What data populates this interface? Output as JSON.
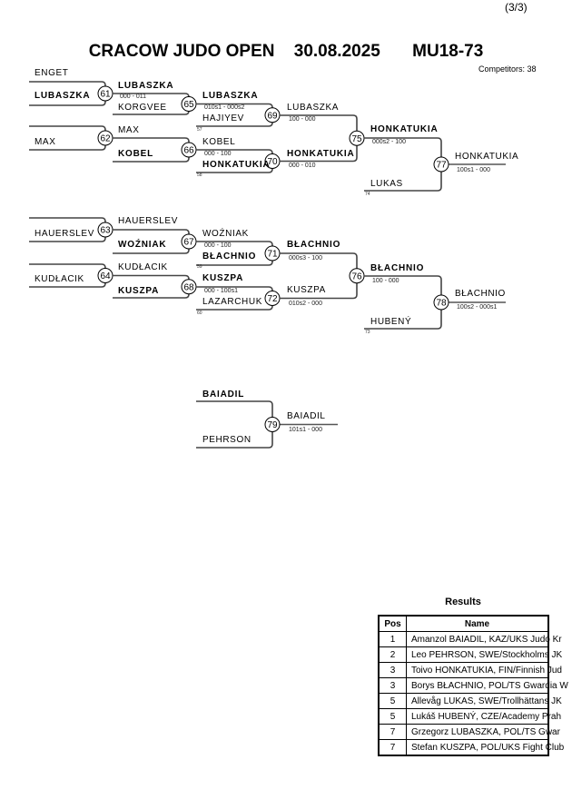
{
  "page_number": "(3/3)",
  "header": {
    "event": "CRACOW JUDO OPEN",
    "date": "30.08.2025",
    "category": "MU18-73",
    "competitors": "Competitors: 38"
  },
  "bracket": {
    "match_numbers": [
      "61",
      "62",
      "63",
      "64",
      "65",
      "66",
      "67",
      "68",
      "69",
      "70",
      "71",
      "72",
      "75",
      "76",
      "77",
      "78",
      "79"
    ],
    "labels": [
      {
        "text": "ENGET",
        "kind": "n"
      },
      {
        "text": "LUBASZKA",
        "kind": "b"
      },
      {
        "text": "MAX",
        "kind": "n"
      },
      {
        "text": "HAUERSLEV",
        "kind": "n"
      },
      {
        "text": "KUDŁACIK",
        "kind": "n"
      },
      {
        "text": "LUBASZKA",
        "kind": "b"
      },
      {
        "text": "000 - 011",
        "kind": "s"
      },
      {
        "text": "KORGVEE",
        "kind": "n"
      },
      {
        "text": "MAX",
        "kind": "n"
      },
      {
        "text": "KOBEL",
        "kind": "b"
      },
      {
        "text": "HAUERSLEV",
        "kind": "n"
      },
      {
        "text": "WOŹNIAK",
        "kind": "b"
      },
      {
        "text": "KUDŁACIK",
        "kind": "n"
      },
      {
        "text": "KUSZPA",
        "kind": "b"
      },
      {
        "text": "LUBASZKA",
        "kind": "b"
      },
      {
        "text": "010s1 - 000s2",
        "kind": "s"
      },
      {
        "text": "HAJIYEV",
        "kind": "n"
      },
      {
        "text": "57",
        "kind": "q"
      },
      {
        "text": "KOBEL",
        "kind": "n"
      },
      {
        "text": "000 - 100",
        "kind": "s"
      },
      {
        "text": "HONKATUKIA",
        "kind": "b"
      },
      {
        "text": "58",
        "kind": "q"
      },
      {
        "text": "WOŹNIAK",
        "kind": "n"
      },
      {
        "text": "000 - 100",
        "kind": "s"
      },
      {
        "text": "BŁACHNIO",
        "kind": "b"
      },
      {
        "text": "59",
        "kind": "q"
      },
      {
        "text": "KUSZPA",
        "kind": "b"
      },
      {
        "text": "000 - 100s1",
        "kind": "s"
      },
      {
        "text": "LAZARCHUK",
        "kind": "n"
      },
      {
        "text": "60",
        "kind": "q"
      },
      {
        "text": "BAIADIL",
        "kind": "b"
      },
      {
        "text": "PEHRSON",
        "kind": "n"
      },
      {
        "text": "LUBASZKA",
        "kind": "n"
      },
      {
        "text": "100 - 000",
        "kind": "s"
      },
      {
        "text": "HONKATUKIA",
        "kind": "b"
      },
      {
        "text": "000 - 010",
        "kind": "s"
      },
      {
        "text": "BŁACHNIO",
        "kind": "b"
      },
      {
        "text": "000s3 - 100",
        "kind": "s"
      },
      {
        "text": "KUSZPA",
        "kind": "n"
      },
      {
        "text": "010s2 - 000",
        "kind": "s"
      },
      {
        "text": "BAIADIL",
        "kind": "n"
      },
      {
        "text": "101s1 - 000",
        "kind": "s"
      },
      {
        "text": "HONKATUKIA",
        "kind": "b"
      },
      {
        "text": "000s2 - 100",
        "kind": "s"
      },
      {
        "text": "LUKAS",
        "kind": "n"
      },
      {
        "text": "74",
        "kind": "q"
      },
      {
        "text": "BŁACHNIO",
        "kind": "b"
      },
      {
        "text": "100 - 000",
        "kind": "s"
      },
      {
        "text": "HUBENÝ",
        "kind": "n"
      },
      {
        "text": "73",
        "kind": "q"
      },
      {
        "text": "HONKATUKIA",
        "kind": "n"
      },
      {
        "text": "100s1 - 000",
        "kind": "s"
      },
      {
        "text": "BŁACHNIO",
        "kind": "n"
      },
      {
        "text": "100s2 - 000s1",
        "kind": "s"
      }
    ]
  },
  "results": {
    "title": "Results",
    "headers": [
      "Pos",
      "Name"
    ],
    "rows": [
      {
        "pos": "1",
        "name": "Amanzol BAIADIL, KAZ/UKS Judo Kr"
      },
      {
        "pos": "2",
        "name": "Leo PEHRSON, SWE/Stockholms JK"
      },
      {
        "pos": "3",
        "name": "Toivo HONKATUKIA, FIN/Finnish Jud"
      },
      {
        "pos": "3",
        "name": "Borys BŁACHNIO, POL/TS Gwardia W"
      },
      {
        "pos": "5",
        "name": "Allevåg LUKAS, SWE/Trollhättans JK"
      },
      {
        "pos": "5",
        "name": "Lukáš HUBENÝ, CZE/Academy Prah"
      },
      {
        "pos": "7",
        "name": "Grzegorz LUBASZKA, POL/TS Gwar"
      },
      {
        "pos": "7",
        "name": "Stefan KUSZPA, POL/UKS Fight Club"
      }
    ]
  }
}
